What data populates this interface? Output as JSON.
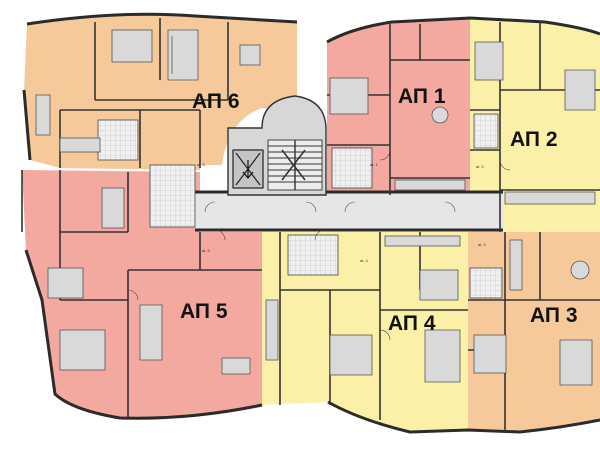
{
  "apartments": [
    {
      "id": "ap6",
      "label": "АП 6",
      "color": "#f6c99a"
    },
    {
      "id": "ap1",
      "label": "АП 1",
      "color": "#f4a9a0"
    },
    {
      "id": "ap2",
      "label": "АП 2",
      "color": "#fbf0a8"
    },
    {
      "id": "ap5",
      "label": "АП 5",
      "color": "#f4a9a0"
    },
    {
      "id": "ap4",
      "label": "АП 4",
      "color": "#fbf0a8"
    },
    {
      "id": "ap3",
      "label": "АП 3",
      "color": "#f6c99a"
    }
  ],
  "core_color": "#d7d7d7",
  "corridor_color": "#e6e6e6",
  "small_labels": [
    "at. 6",
    "at. 1",
    "at. 2",
    "at. 5",
    "at. 4",
    "at. 3"
  ]
}
